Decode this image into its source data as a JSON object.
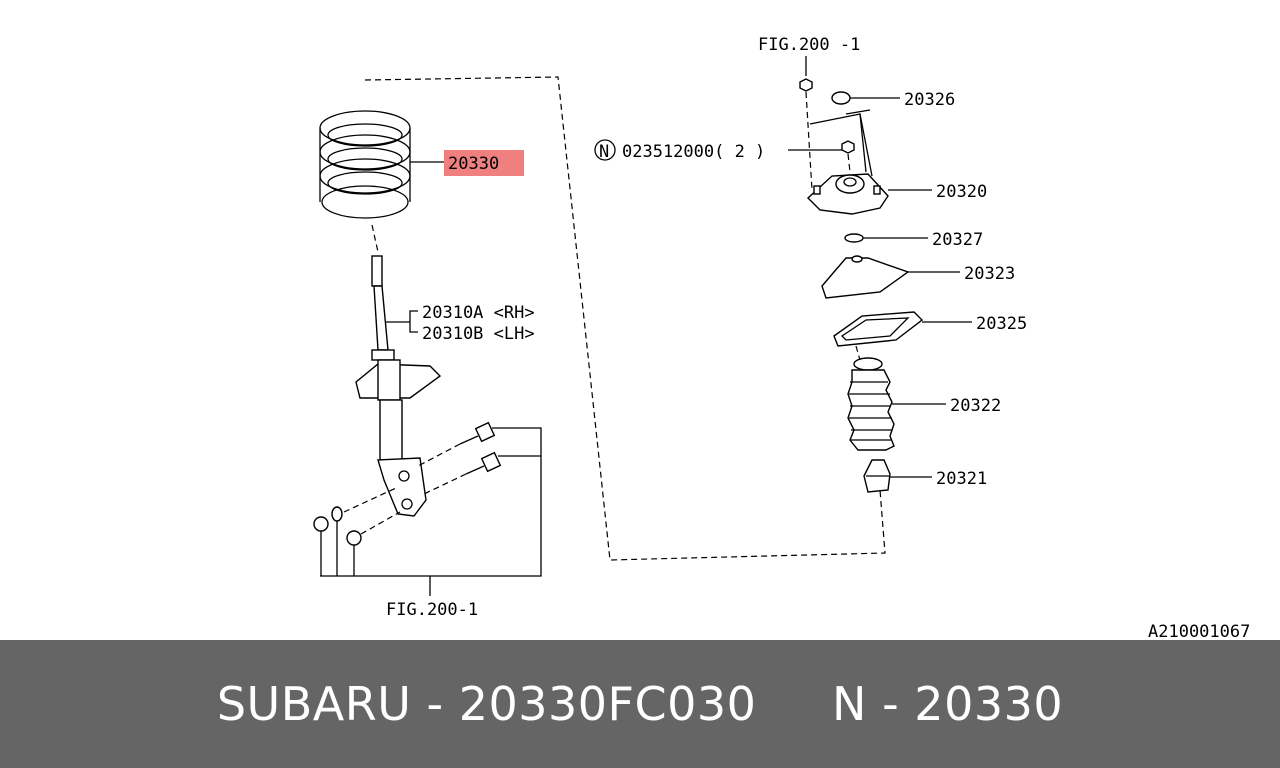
{
  "diagram": {
    "highlight_color": "#f08080",
    "labels": {
      "spring": "20330",
      "strut_rh": "20310A <RH>",
      "strut_lh": "20310B <LH>",
      "fig_bottom": "FIG.200-1",
      "fig_top": "FIG.200 -1",
      "cap": "20326",
      "nut_part_no": "023512000( 2 )",
      "nut_prefix": "N",
      "mount": "20320",
      "washer": "20327",
      "upper_seat": "20323",
      "rubber_seat": "20325",
      "boot": "20322",
      "bumper": "20321",
      "diagram_code": "A210001067"
    }
  },
  "footer": {
    "text": "SUBARU - 20330FC030     N - 20330",
    "background": "#656565"
  }
}
